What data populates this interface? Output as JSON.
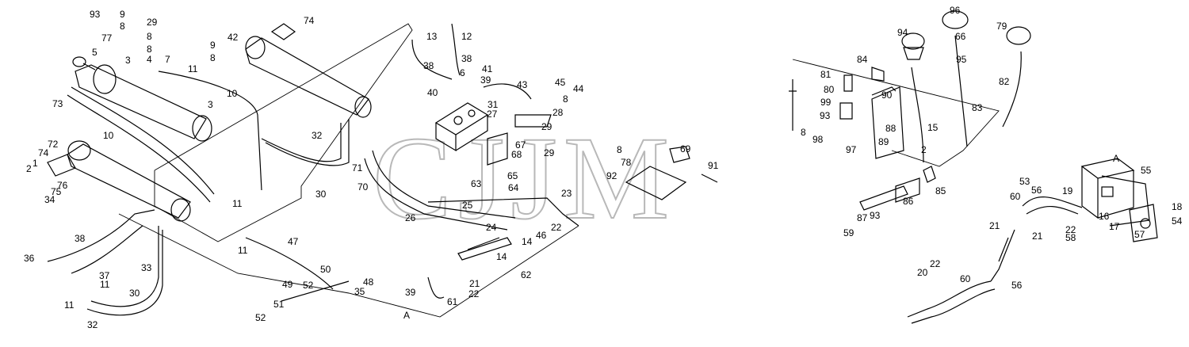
{
  "watermark": "CJJM",
  "callouts": [
    "93",
    "9",
    "8",
    "29",
    "8",
    "77",
    "8",
    "4",
    "5",
    "3",
    "74",
    "42",
    "13",
    "12",
    "38",
    "38",
    "41",
    "6",
    "39",
    "40",
    "31",
    "27",
    "43",
    "45",
    "44",
    "8",
    "9",
    "8",
    "7",
    "11",
    "73",
    "10",
    "3",
    "10",
    "32",
    "30",
    "11",
    "72",
    "74",
    "2",
    "1",
    "76",
    "75",
    "34",
    "38",
    "36",
    "37",
    "33",
    "11",
    "11",
    "30",
    "32",
    "47",
    "11",
    "50",
    "35",
    "48",
    "49",
    "52",
    "51",
    "52",
    "39",
    "A",
    "61",
    "22",
    "21",
    "14",
    "62",
    "14",
    "46",
    "22",
    "24",
    "23",
    "25",
    "26",
    "63",
    "65",
    "64",
    "70",
    "71",
    "28",
    "29",
    "67",
    "68",
    "29",
    "8",
    "78",
    "69",
    "92",
    "91",
    "81",
    "80",
    "99",
    "93",
    "8",
    "98",
    "97",
    "89",
    "88",
    "90",
    "84",
    "94",
    "96",
    "66",
    "95",
    "79",
    "82",
    "83",
    "15",
    "2",
    "85",
    "86",
    "87",
    "93",
    "59",
    "A",
    "55",
    "53",
    "56",
    "19",
    "16",
    "18",
    "17",
    "54",
    "57",
    "60",
    "21",
    "22",
    "58",
    "21",
    "22",
    "20",
    "60",
    "56"
  ]
}
